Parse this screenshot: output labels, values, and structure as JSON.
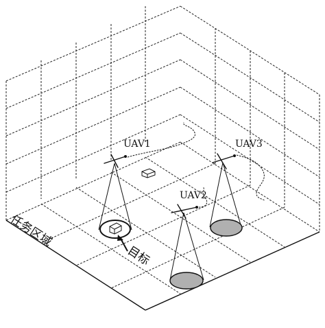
{
  "figure": {
    "region_label": "任务区域",
    "target_label": "目标",
    "uavs": [
      {
        "label": "UAV1"
      },
      {
        "label": "UAV2"
      },
      {
        "label": "UAV3"
      }
    ],
    "footprint_color": "#b0b0b0"
  }
}
